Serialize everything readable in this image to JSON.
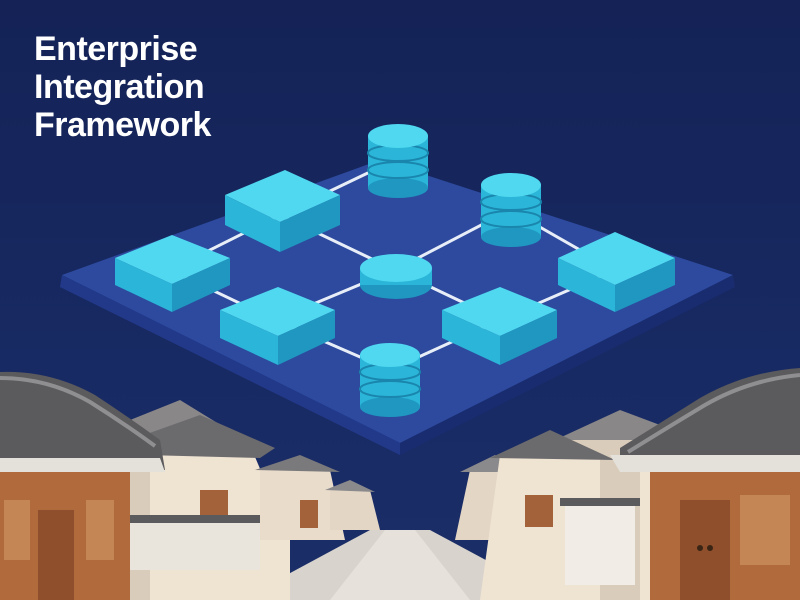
{
  "title": {
    "line1": "Enterprise",
    "line2": "Integration",
    "line3": "Framework"
  },
  "colors": {
    "background": "#15245a",
    "platform_top": "#2d4a9e",
    "platform_edge": "#1e3278",
    "node_top": "#4fd8f0",
    "node_side_left": "#2bb5d8",
    "node_side_right": "#1f97c0",
    "connector": "#e8eef8",
    "building_wall": "#efe3d2",
    "roof_tile": "#5b5a5c",
    "wood": "#a3623a",
    "street": "#d8d3cc"
  },
  "icons": [
    "database-icon",
    "server-block-icon",
    "hub-node-icon",
    "hanok-house-icon"
  ]
}
